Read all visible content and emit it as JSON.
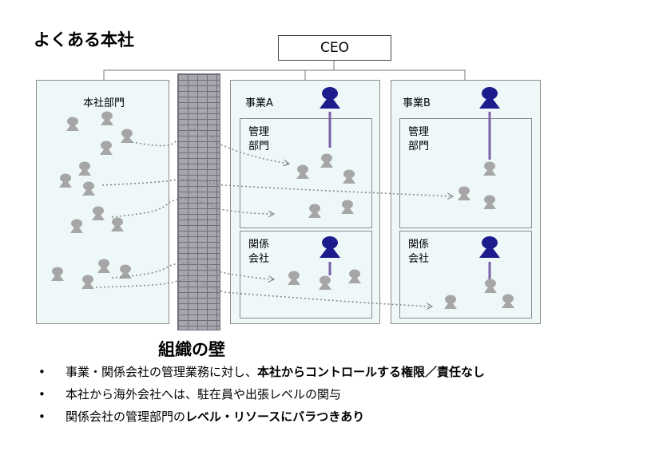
{
  "title": "よくある本社",
  "ceo_label": "CEO",
  "hq": {
    "label": "本社部門"
  },
  "divisions": [
    {
      "label": "事業A",
      "admin_label": "管理\n部門",
      "affiliate_label": "関係\n会社"
    },
    {
      "label": "事業B",
      "admin_label": "管理\n部門",
      "affiliate_label": "関係\n会社"
    }
  ],
  "wall": {
    "label": "組織の壁"
  },
  "bullets": [
    {
      "normal": "事業・関係会社の管理業務に対し、",
      "bold": "本社からコントロールする権限／責任なし",
      "tail": ""
    },
    {
      "normal": "本社から海外会社へは、駐在員や出張レベルの関与",
      "bold": "",
      "tail": ""
    },
    {
      "normal": "関係会社の管理部門の",
      "bold": "レベル・リソースにバラつきあり",
      "tail": ""
    }
  ],
  "colors": {
    "leader": "#1c1c8c",
    "staff": "#a6a6a6",
    "connector": "#7b5fa8",
    "panel_bg": "#eef8f9",
    "wall": "#a6a6ae"
  },
  "icons": {
    "person": "person-icon",
    "leader": "leader-person-icon"
  }
}
